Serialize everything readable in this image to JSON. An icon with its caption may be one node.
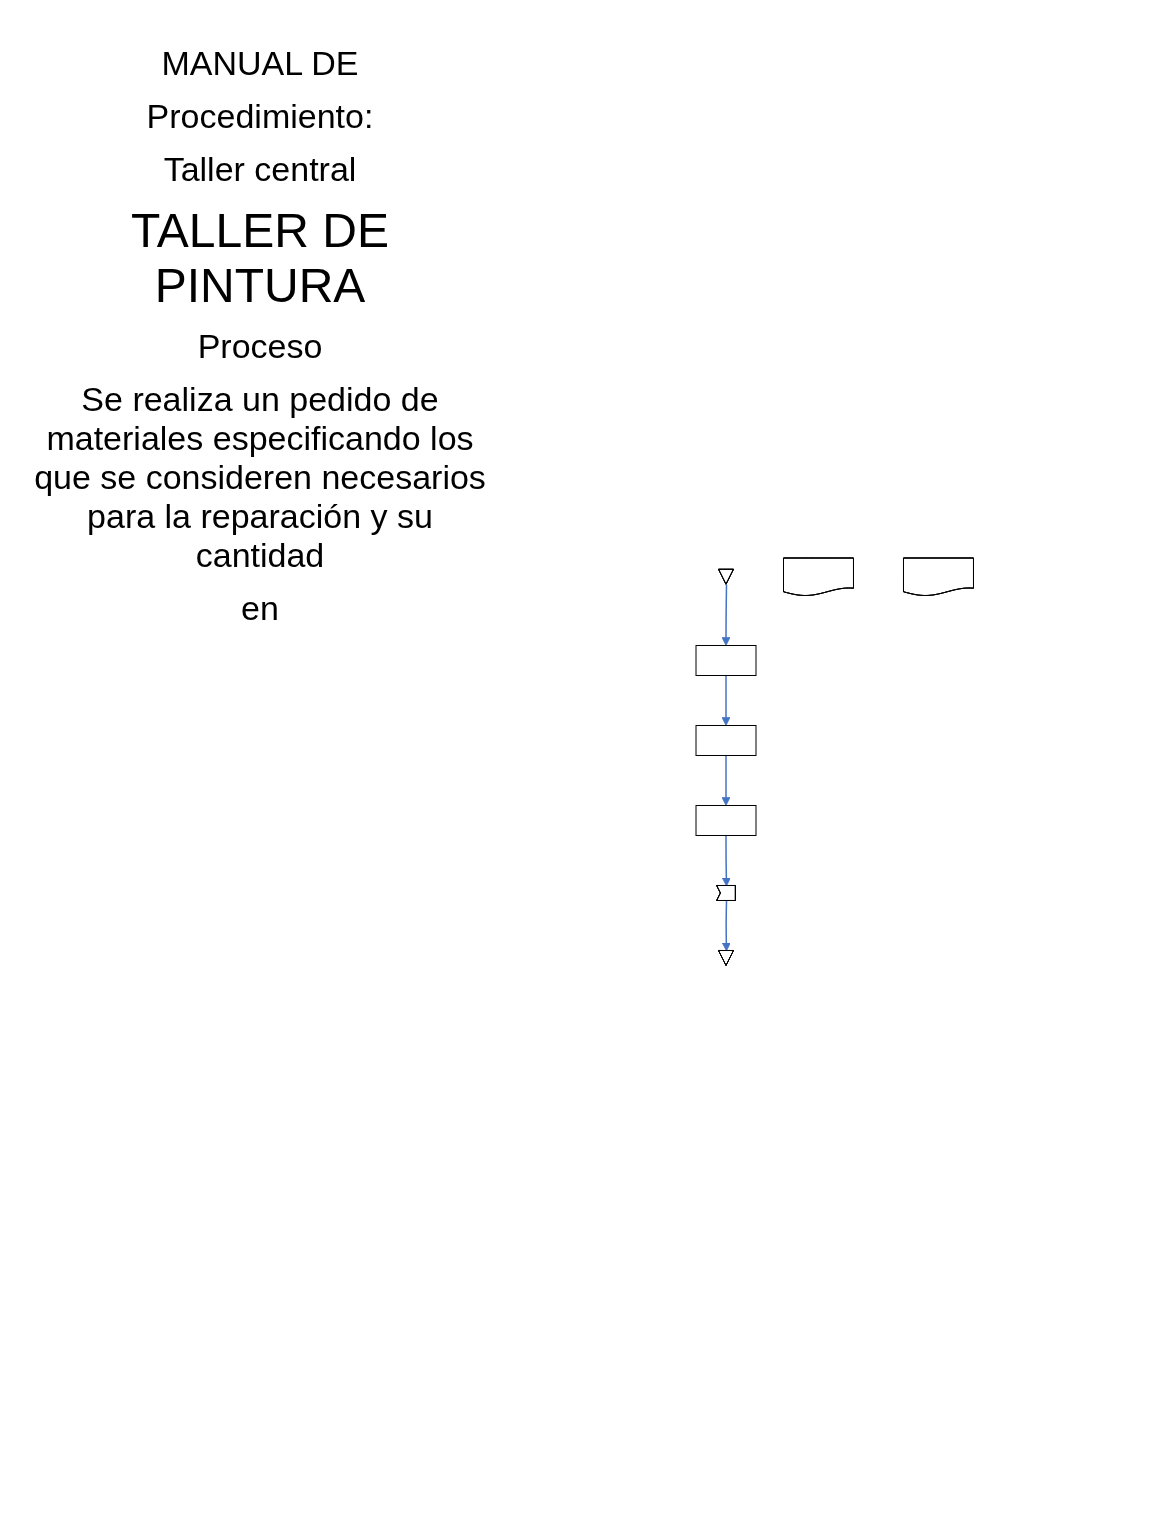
{
  "diagram": {
    "nodes": [
      {
        "text": [],
        "shape": "pentagon"
      },
      {
        "text": [],
        "shape": "box"
      },
      {
        "text": [],
        "shape": "document"
      },
      {
        "text": [],
        "shape": "box"
      },
      {
        "text": [],
        "shape": "box"
      },
      {
        "text": [],
        "shape": "document"
      },
      {
        "text": [],
        "shape": "arrow"
      },
      {
        "text": [],
        "shape": "pentagon"
      }
    ],
    "edges": [
      {
        "from": 0,
        "to": 1,
        "arrow": "to"
      },
      {
        "from": 1,
        "to": 3,
        "arrow": "to"
      },
      {
        "from": 3,
        "to": 4,
        "arrow": "to"
      },
      {
        "from": 4,
        "to": 6,
        "arrow": "to"
      },
      {
        "from": 6,
        "to": 7,
        "arrow": "to"
      }
    ],
    "labels": [
      "MANUAL DE",
      "Procedimiento:",
      "Taller central",
      "TALLER DE PINTURA",
      "Proceso",
      "Se realiza un pedido de materiales especificando los que se consideren necesarios para la reparación y su cantidad",
      "en"
    ]
  }
}
